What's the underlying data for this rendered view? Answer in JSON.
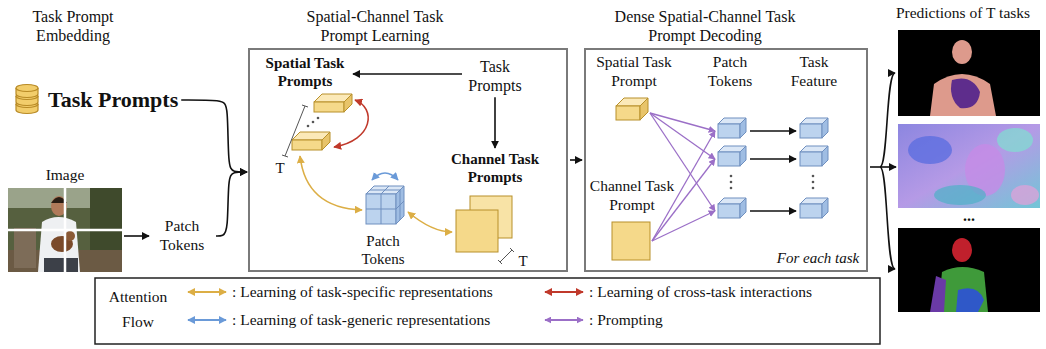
{
  "diagram": {
    "nodes": [
      {
        "text": [
          "Task Prompts"
        ]
      },
      {
        "text": [
          "Image"
        ]
      },
      {
        "text": [
          "Patch Tokens"
        ]
      },
      {
        "text": [
          "Spatial-Channel Task Prompt Learning"
        ]
      },
      {
        "text": [
          "Spatial Task Prompts"
        ],
        "in": 3
      },
      {
        "text": [
          "Task Prompts"
        ],
        "in": 3
      },
      {
        "text": [
          "Channel Task Prompts"
        ],
        "in": 3
      },
      {
        "text": [
          "Patch Tokens"
        ],
        "in": 3
      },
      {
        "text": [
          "Dense Spatial-Channel Task Prompt Decoding"
        ]
      },
      {
        "text": [
          "Predictions of T tasks"
        ]
      }
    ],
    "edges": [
      {
        "from": 0,
        "to": 3,
        "arrow": "to"
      },
      {
        "from": 1,
        "to": 2,
        "arrow": "to"
      },
      {
        "from": 2,
        "to": 3,
        "arrow": "to"
      },
      {
        "from": 5,
        "to": 4,
        "arrow": "to"
      },
      {
        "from": 5,
        "to": 6,
        "arrow": "to"
      },
      {
        "from": 3,
        "to": 8,
        "arrow": "to"
      },
      {
        "from": 8,
        "to": 9,
        "arrow": "to"
      }
    ],
    "labels": [
      "Task Prompt Embedding",
      "T",
      "T",
      "Spatial Task Prompt",
      "Patch Tokens",
      "Task Feature",
      "Channel Task Prompt",
      "For each task",
      "...",
      "Attention Flow"
    ],
    "legend": [
      {
        "text": ": Learning of task-specific representations"
      },
      {
        "text": ": Learning of cross-task interactions"
      },
      {
        "text": ": Learning of task-generic representations"
      },
      {
        "text": ": Prompting"
      }
    ]
  }
}
